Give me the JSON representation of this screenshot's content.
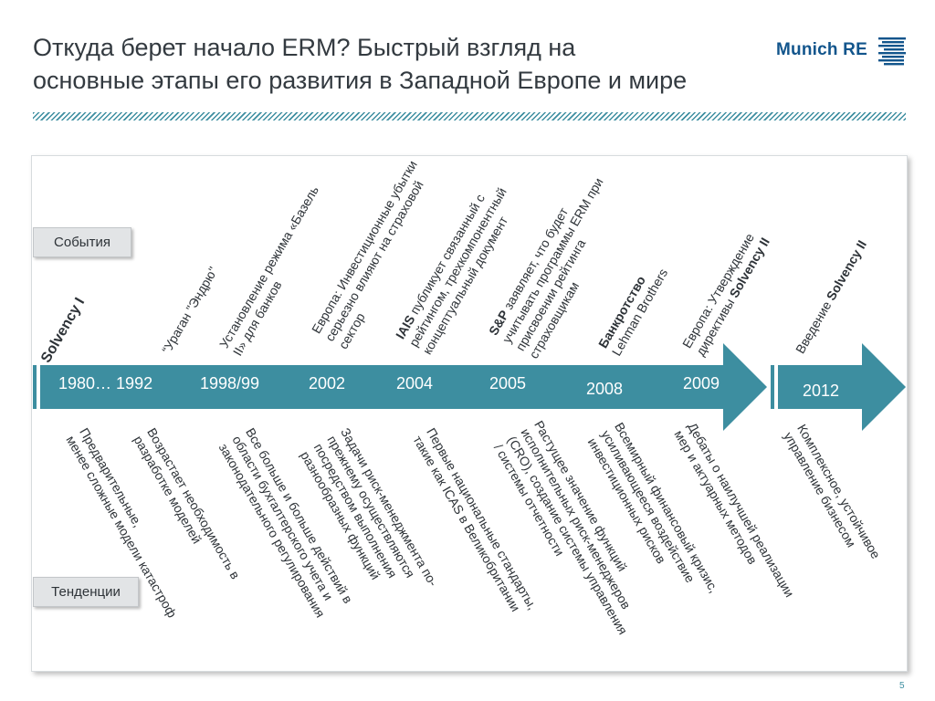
{
  "header": {
    "title_line1": "Откуда берет начало ERM?  Быстрый взгляд на",
    "title_line2": "основные этапы его развития в Западной Европе и мире",
    "logo_text": "Munich RE"
  },
  "labels": {
    "events": "События",
    "trends": "Тенденции"
  },
  "years": [
    "1980… 1992",
    "1998/99",
    "2002",
    "2004",
    "2005",
    "2008",
    "2009",
    "2012"
  ],
  "events": {
    "e0": "Solvency I",
    "e1": "“Ураган \"Эндрю\"",
    "e2_l1": "Установление режима «Базель",
    "e2_l2": "II» для банков",
    "e3_l1": "Европа: Инвестиционные убытки",
    "e3_l2": "серьезно влияют на страховой",
    "e3_l3": "сектор",
    "e4_l1_bold": "IAIS",
    "e4_l1_rest": " публикует связанный с",
    "e4_l2": "рейтингом, трехкомпонентный",
    "e4_l3": "концептуальный документ",
    "e5_l1_bold": "S&P",
    "e5_l1_rest": " заявляет, что будет",
    "e5_l2": "учитывать программы ERM при",
    "e5_l3": "присвоении рейтинга",
    "e5_l4": "страховщикам",
    "e6_l1": "Банкротство",
    "e6_l2": "Lehman Brothers",
    "e7_l1": "Европа: Утверждение",
    "e7_l2_pre": "директивы ",
    "e7_l2_bold": "Solvency II",
    "e8_pre": "Введение ",
    "e8_bold": "Solvency II"
  },
  "trends": {
    "t0_l1": "Предварительные,",
    "t0_l2": "менее сложные модели катастроф",
    "t1_l1": "Возрастает необходимость в",
    "t1_l2": "разработке моделей",
    "t2_l1": "Все больше и больше действий в",
    "t2_l2": "области бухгалтерского учета и",
    "t2_l3": "законодательного регулирования",
    "t3_l1": "Задачи риск-менеджмента по-",
    "t3_l2": "прежнему осуществляются",
    "t3_l3": "посредством выполнения",
    "t3_l4": "разнообразных функций",
    "t4_l1": "Первые национальные стандарты,",
    "t4_l2": "такие как ICAS в Великобритании",
    "t5_l1": "Растущее значение функций",
    "t5_l2": "исполнительных риск-менеджеров",
    "t5_l3": "(CRO), создание системы управления",
    "t5_l4": "/ системы отчетности",
    "t6_l1": "Всемирный финансовый кризис,",
    "t6_l2": "усиливающееся воздействие",
    "t6_l3": "инвестиционных рисков",
    "t7_l1": "Дебаты о наилучшей реализации",
    "t7_l2": "мер и актуарных методов",
    "t8_l1": "Комплексное, устойчивое",
    "t8_l2": "управление бизнесом"
  },
  "page_number": "5",
  "colors": {
    "accent": "#3d8ea0",
    "brand": "#12558c",
    "text": "#333a40"
  }
}
